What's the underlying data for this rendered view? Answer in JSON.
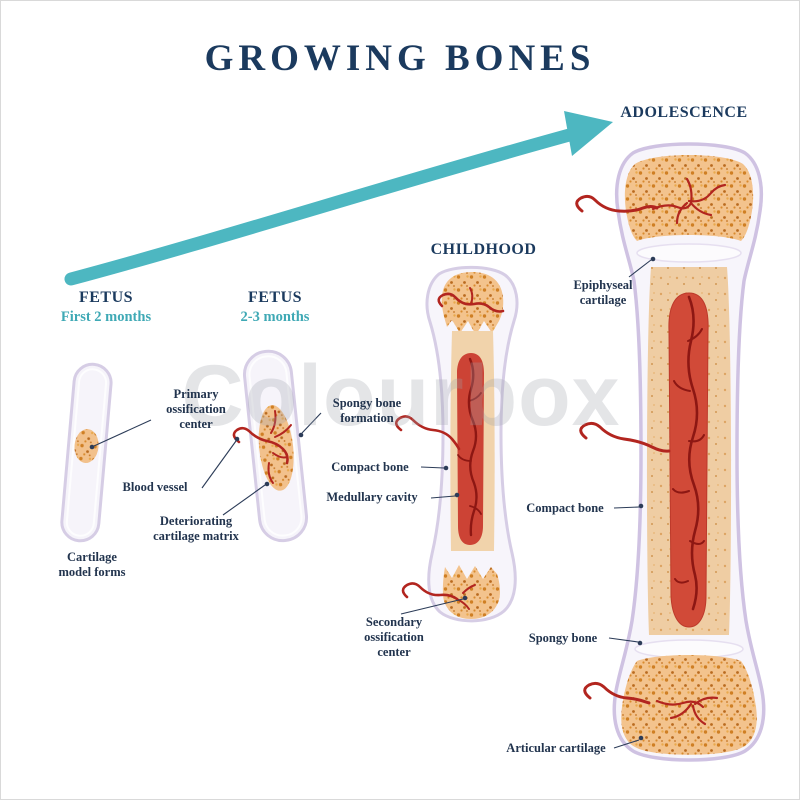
{
  "title": "GROWING BONES",
  "watermark": "Colourbox",
  "palette": {
    "navy": "#1b3a5e",
    "teal": "#4db7c1",
    "bone_outline": "#d6cde5",
    "spongy_orange": "#d88a2e",
    "blood_red": "#b2251f",
    "cavity_red": "#d14a38"
  },
  "stages": {
    "fetus1": {
      "name": "FETUS",
      "subtitle": "First 2 months"
    },
    "fetus2": {
      "name": "FETUS",
      "subtitle": "2-3 months"
    },
    "childhood": {
      "name": "CHILDHOOD"
    },
    "adolescence": {
      "name": "ADOLESCENCE"
    }
  },
  "callouts": {
    "primary_ossification": "Primary\nossification\ncenter",
    "cartilage_model": "Cartilage\nmodel forms",
    "blood_vessel": "Blood vessel",
    "deteriorating_matrix": "Deteriorating\ncartilage matrix",
    "spongy_formation": "Spongy bone\nformation",
    "compact_bone_childhood": "Compact bone",
    "medullary_cavity": "Medullary cavity",
    "secondary_ossification": "Secondary\nossification\ncenter",
    "epiphyseal_cartilage": "Epiphyseal\ncartilage",
    "compact_bone_adolescence": "Compact bone",
    "spongy_bone": "Spongy bone",
    "articular_cartilage": "Articular cartilage"
  }
}
